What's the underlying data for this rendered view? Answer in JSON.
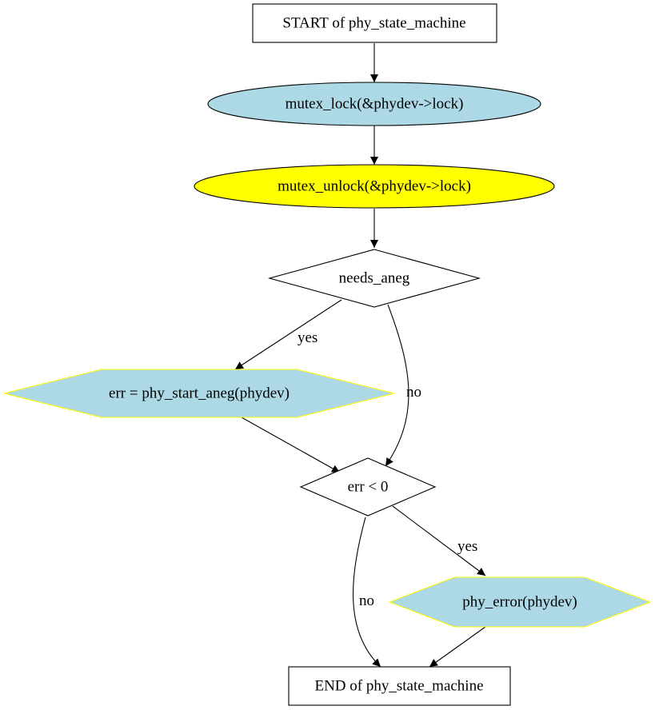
{
  "diagram": {
    "nodes": {
      "start": {
        "label": "START of phy_state_machine",
        "shape": "box",
        "fill": "#ffffff",
        "stroke": "#000000"
      },
      "lock": {
        "label": "mutex_lock(&phydev->lock)",
        "shape": "ellipse",
        "fill": "#add8e6",
        "stroke": "#000000"
      },
      "unlock": {
        "label": "mutex_unlock(&phydev->lock)",
        "shape": "ellipse",
        "fill": "#ffff00",
        "stroke": "#000000"
      },
      "needs_aneg": {
        "label": "needs_aneg",
        "shape": "diamond",
        "fill": "#ffffff",
        "stroke": "#000000"
      },
      "start_aneg": {
        "label": "err = phy_start_aneg(phydev)",
        "shape": "hexagon",
        "fill": "#add8e6",
        "stroke": "#ffff00"
      },
      "err_check": {
        "label": "err < 0",
        "shape": "diamond",
        "fill": "#ffffff",
        "stroke": "#000000"
      },
      "phy_error": {
        "label": "phy_error(phydev)",
        "shape": "hexagon",
        "fill": "#add8e6",
        "stroke": "#ffff00"
      },
      "end": {
        "label": "END of phy_state_machine",
        "shape": "box",
        "fill": "#ffffff",
        "stroke": "#000000"
      }
    },
    "edges": [
      {
        "from": "start",
        "to": "lock",
        "label": ""
      },
      {
        "from": "lock",
        "to": "unlock",
        "label": ""
      },
      {
        "from": "unlock",
        "to": "needs_aneg",
        "label": ""
      },
      {
        "from": "needs_aneg",
        "to": "start_aneg",
        "label": "yes"
      },
      {
        "from": "needs_aneg",
        "to": "err_check",
        "label": "no"
      },
      {
        "from": "start_aneg",
        "to": "err_check",
        "label": ""
      },
      {
        "from": "err_check",
        "to": "phy_error",
        "label": "yes"
      },
      {
        "from": "err_check",
        "to": "end",
        "label": "no"
      },
      {
        "from": "phy_error",
        "to": "end",
        "label": ""
      }
    ]
  }
}
